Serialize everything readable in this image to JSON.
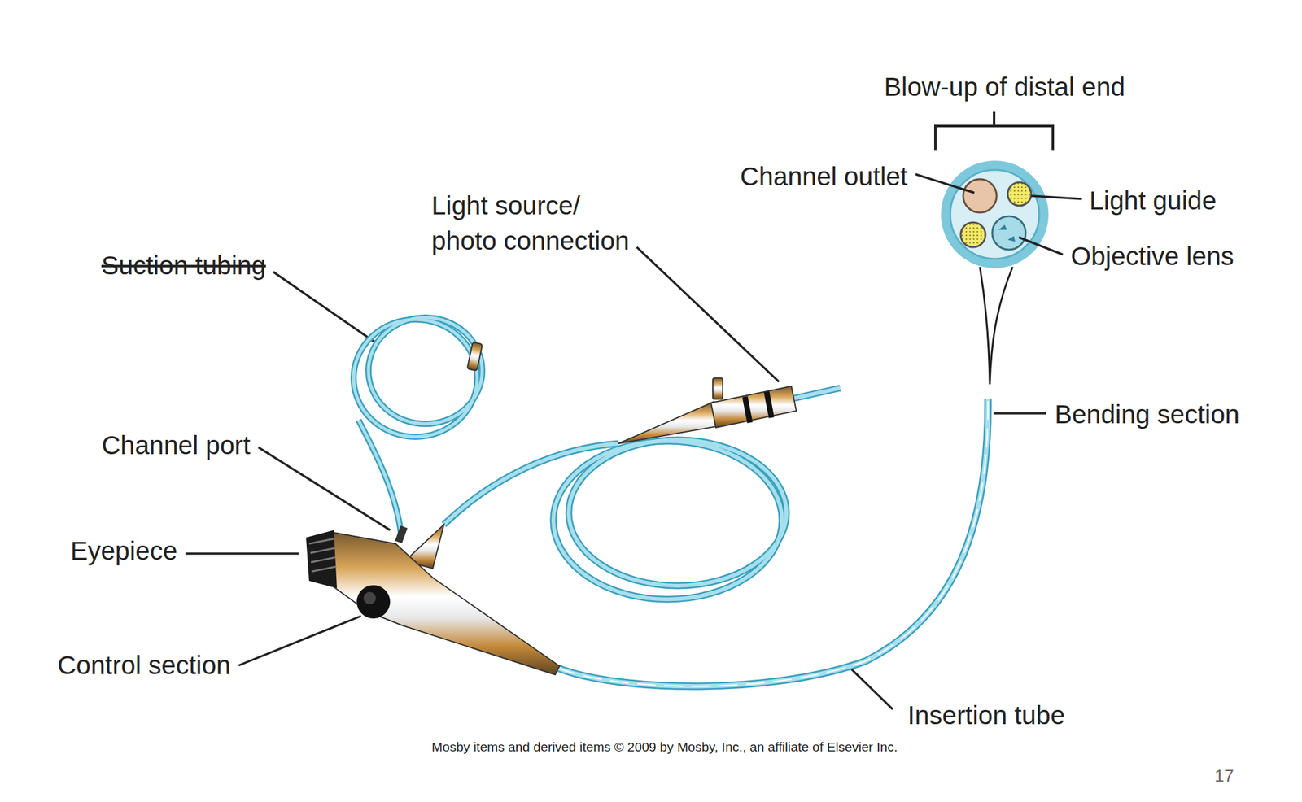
{
  "diagram": {
    "labels": [
      "Blow-up of distal end",
      "Channel outlet",
      "Light guide",
      "Objective lens",
      "Light source/ photo connection",
      "Suction tubing",
      "Channel port",
      "Eyepiece",
      "Control section",
      "Bending section",
      "Insertion tube",
      "Mosby items and derived items © 2009 by Mosby, Inc., an affiliate of Elsevier Inc.",
      "17"
    ]
  }
}
